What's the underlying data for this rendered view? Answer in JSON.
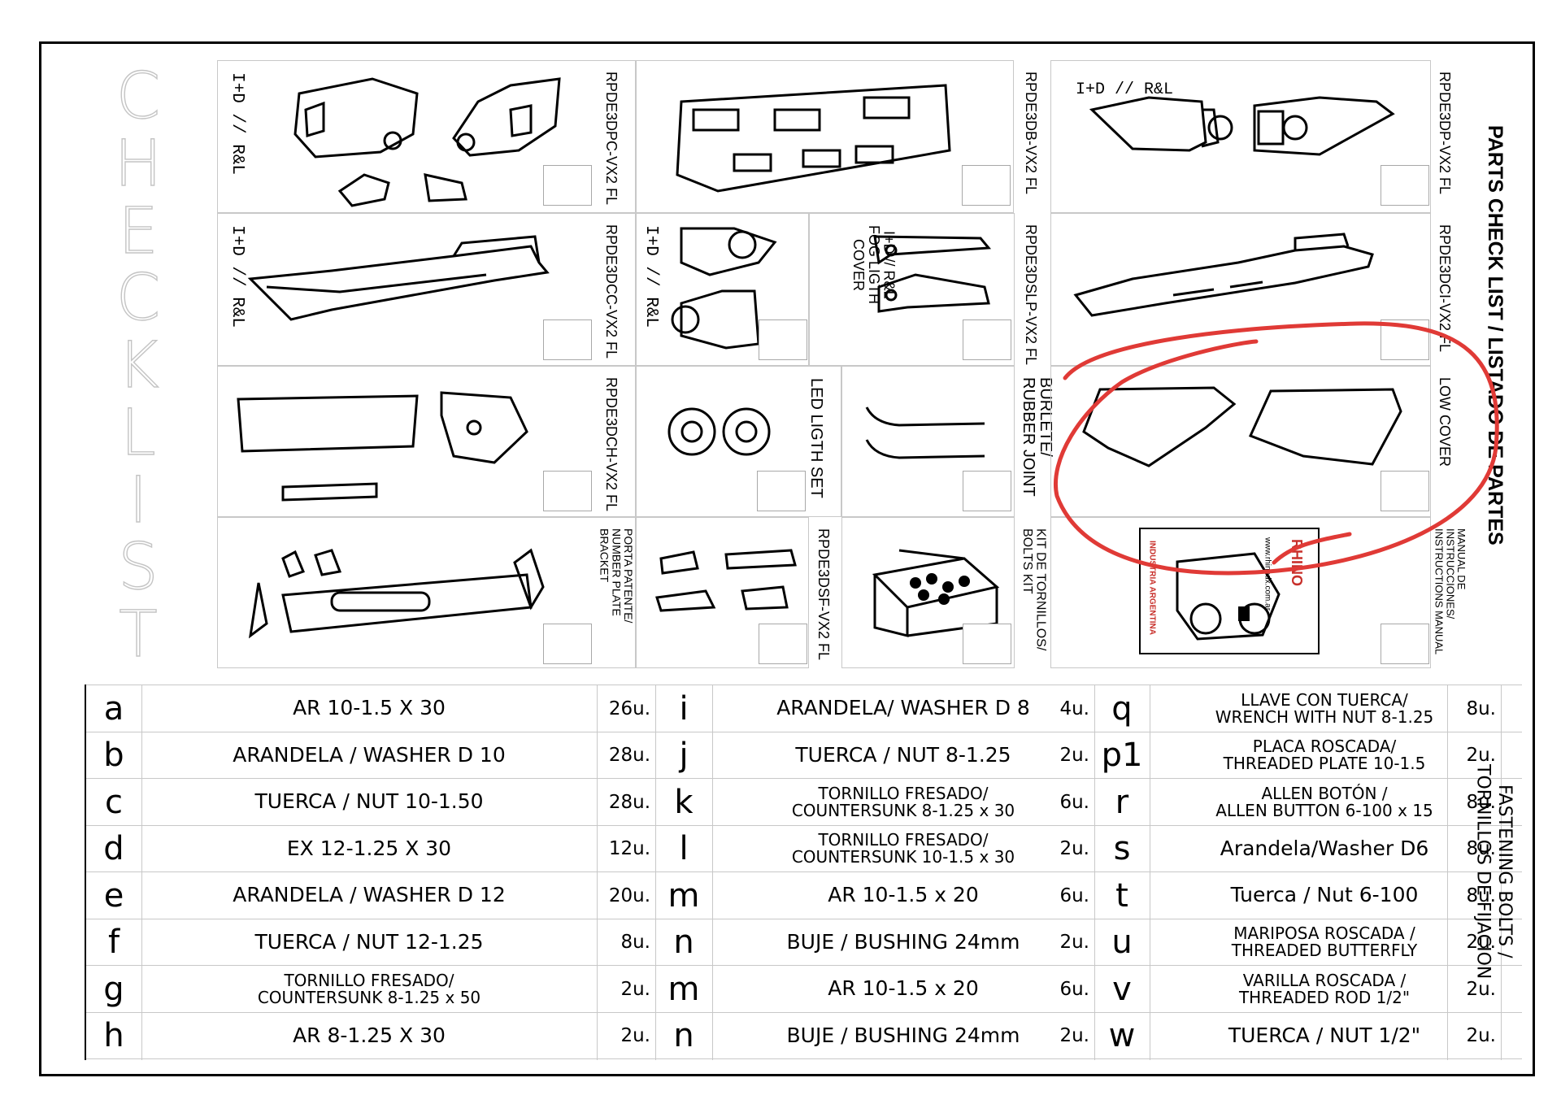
{
  "side_title": [
    "C",
    "H",
    "E",
    "C",
    "K",
    "L",
    "I",
    "S",
    "T"
  ],
  "header": {
    "parts_title": "PARTS CHECK LIST / LISTADO DE PARTES",
    "bolts_title": "FASTENING BOLTS /\nTORNILLOS DE FIJACION"
  },
  "parts": {
    "r1a": "I+D // R&L",
    "r1b": "RPDE3DPC-VX2 FL",
    "r1c": "RPDE3DB-VX2 FL",
    "r1d": "I+D // R&L",
    "r1e": "RPDE3DP-VX2 FL",
    "r2a": "I+D // R&L",
    "r2b": "RPDE3DCC-VX2 FL",
    "r2c": "I+D // R&L",
    "r2d": "I+D // R&L\nFOG LIGTH\nCOVER",
    "r2e": "RPDE3DSLP-VX2 FL",
    "r2f": "RPDE3DCI-VX2 FL",
    "r3a": "RPDE3DCH-VX2 FL",
    "r3b": "LED LIGTH SET",
    "r3c": "BURLETE/\nRUBBER JOINT",
    "r3d": "LOW COVER",
    "r4a": "PORTA PATENTE/\nNUMBER PLATE BRACKET",
    "r4b": "RPDE3DSF-VX2 FL",
    "r4c": "KIT DE TORNILLOS/\nBOLTS KIT",
    "r4d": "MANUAL DE INSTRUCCIONES/\nINSTRUCTIONS MANUAL"
  },
  "manual_cover": {
    "side_text": "INDUSTRIA ARGENTINA",
    "site": "www.rhinodx.com.ar",
    "brand": "RHINO"
  },
  "bolts": {
    "col1": [
      {
        "letter": "a",
        "desc": "AR 10-1.5 X 30",
        "qty": "26u."
      },
      {
        "letter": "b",
        "desc": "ARANDELA / WASHER D 10",
        "qty": "28u."
      },
      {
        "letter": "c",
        "desc": "TUERCA / NUT 10-1.50",
        "qty": "28u."
      },
      {
        "letter": "d",
        "desc": "EX 12-1.25 X 30",
        "qty": "12u."
      },
      {
        "letter": "e",
        "desc": "ARANDELA / WASHER D 12",
        "qty": "20u."
      },
      {
        "letter": "f",
        "desc": "TUERCA / NUT 12-1.25",
        "qty": "8u."
      },
      {
        "letter": "g",
        "desc": "TORNILLO FRESADO/\nCOUNTERSUNK 8-1.25 x 50",
        "qty": "2u."
      },
      {
        "letter": "h",
        "desc": "AR 8-1.25 X 30",
        "qty": "2u."
      }
    ],
    "col2": [
      {
        "letter": "i",
        "desc": "ARANDELA/ WASHER D 8",
        "qty": "4u."
      },
      {
        "letter": "j",
        "desc": "TUERCA / NUT 8-1.25",
        "qty": "2u."
      },
      {
        "letter": "k",
        "desc": "TORNILLO FRESADO/\nCOUNTERSUNK 8-1.25 x 30",
        "qty": "6u."
      },
      {
        "letter": "l",
        "desc": "TORNILLO FRESADO/\nCOUNTERSUNK 10-1.5 x 30",
        "qty": "2u."
      },
      {
        "letter": "m",
        "desc": "AR 10-1.5 x 20",
        "qty": "6u."
      },
      {
        "letter": "n",
        "desc": "BUJE / BUSHING 24mm",
        "qty": "2u."
      },
      {
        "letter": "m",
        "desc": "AR 10-1.5 x 20",
        "qty": "6u."
      },
      {
        "letter": "n",
        "desc": "BUJE / BUSHING 24mm",
        "qty": "2u."
      }
    ],
    "col3": [
      {
        "letter": "q",
        "desc": "LLAVE CON TUERCA/\nWRENCH WITH NUT 8-1.25",
        "qty": "8u."
      },
      {
        "letter": "p1",
        "desc": "PLACA ROSCADA/\nTHREADED PLATE 10-1.5",
        "qty": "2u."
      },
      {
        "letter": "r",
        "desc": "ALLEN BOTÓN /\nALLEN BUTTON 6-100  x  15",
        "qty": "8u."
      },
      {
        "letter": "s",
        "desc": "Arandela/Washer D6",
        "qty": "8u."
      },
      {
        "letter": "t",
        "desc": "Tuerca / Nut 6-100",
        "qty": "8u."
      },
      {
        "letter": "u",
        "desc": "MARIPOSA ROSCADA /\nTHREADED BUTTERFLY",
        "qty": "2u."
      },
      {
        "letter": "v",
        "desc": "VARILLA ROSCADA /\nTHREADED ROD 1/2\"",
        "qty": "2u."
      },
      {
        "letter": "w",
        "desc": "TUERCA / NUT  1/2\"",
        "qty": "2u."
      }
    ]
  },
  "colors": {
    "annotation": "#e03a36",
    "grid": "#c8c8c8",
    "ink": "#000000"
  }
}
